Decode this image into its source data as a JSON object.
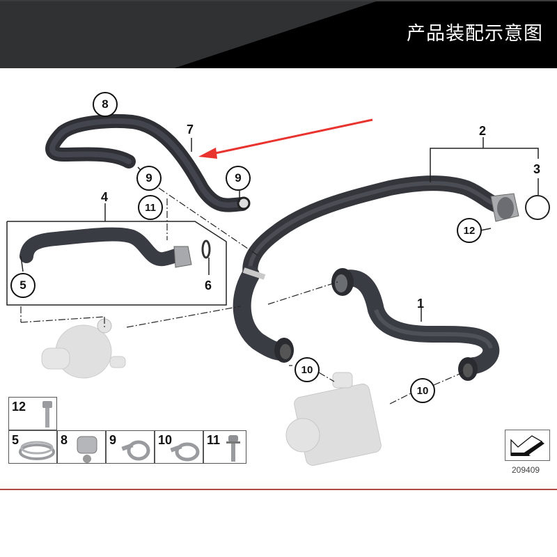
{
  "banner": {
    "title": "产品装配示意图",
    "background": "#000000",
    "panel_color": "#3a3c3d"
  },
  "diagram": {
    "callouts": [
      {
        "id": "8",
        "kind": "circle"
      },
      {
        "id": "9",
        "kind": "circle",
        "position": "hose-7-left"
      },
      {
        "id": "9",
        "kind": "circle",
        "position": "hose-7-right"
      },
      {
        "id": "11",
        "kind": "circle"
      },
      {
        "id": "5",
        "kind": "circle"
      },
      {
        "id": "12",
        "kind": "circle"
      },
      {
        "id": "10",
        "kind": "circle",
        "position": "left"
      },
      {
        "id": "10",
        "kind": "circle",
        "position": "right"
      }
    ],
    "plain_labels": [
      {
        "id": "7"
      },
      {
        "id": "4"
      },
      {
        "id": "6"
      },
      {
        "id": "2"
      },
      {
        "id": "3"
      },
      {
        "id": "1"
      }
    ],
    "arrow_color": "#e8332f",
    "hose_color": "#3b3d44",
    "ghost_part_color": "#d8d8d8"
  },
  "legend": {
    "items": [
      {
        "num": "12",
        "part": "bolt"
      },
      {
        "num": "5",
        "part": "spring-band-clamp"
      },
      {
        "num": "8",
        "part": "clip-clamp"
      },
      {
        "num": "9",
        "part": "hose-clamp"
      },
      {
        "num": "10",
        "part": "hose-clamp"
      },
      {
        "num": "11",
        "part": "flange-bolt"
      }
    ]
  },
  "reference": {
    "number": "209409",
    "icon": "arrow-down-left-icon"
  },
  "footer": {
    "line_color": "#b04a45"
  }
}
